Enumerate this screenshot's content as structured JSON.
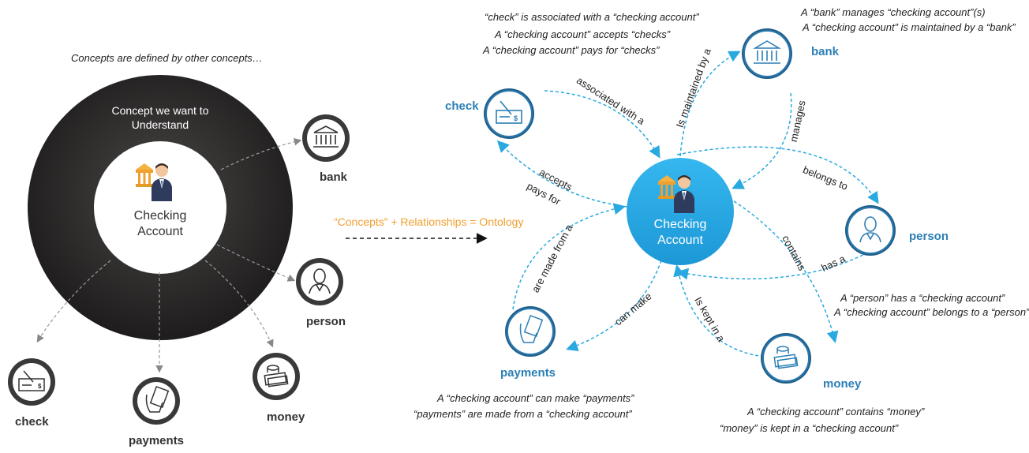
{
  "left": {
    "caption": "Concepts are defined by other concepts…",
    "ring_text": "Concept we want to Understand",
    "ring_line1": "Concept we want to",
    "ring_line2": "Understand",
    "center_line1": "Checking",
    "center_line2": "Account",
    "nodes": {
      "bank": "bank",
      "person": "person",
      "money": "money",
      "payments": "payments",
      "check": "check"
    }
  },
  "formula": "“Concepts” + Relationships = Ontology",
  "right": {
    "center_line1": "Checking",
    "center_line2": "Account",
    "nodes": {
      "check": "check",
      "bank": "bank",
      "person": "person",
      "money": "money",
      "payments": "payments"
    },
    "edges": {
      "associated_with": "associated with a",
      "maintained_by": "Is maintained by a",
      "manages": "manages",
      "belongs_to": "belongs to",
      "contains": "contains",
      "has_a": "has a",
      "kept_in": "Is kept in a",
      "can_make": "can make",
      "made_from": "are made from a",
      "accepts": "accepts",
      "pays_for": "pays for"
    },
    "notes": {
      "check": [
        "“check” is associated with a “checking account”",
        "A “checking account” accepts “checks”",
        "A “checking account” pays for “checks”"
      ],
      "bank": [
        "A “bank” manages “checking account”(s)",
        "A “checking account” is maintained by a “bank”"
      ],
      "person": [
        "A “person” has a “checking account”",
        "A “checking account” belongs to a “person”"
      ],
      "money": [
        "A “checking account” contains “money”",
        "“money” is kept in a “checking account”"
      ],
      "payments": [
        "A “checking account” can make “payments”",
        "“payments” are made from a “checking account”"
      ]
    }
  },
  "colors": {
    "accent": "#29a9e0",
    "label_blue": "#2b7fb5",
    "orange": "#f0a030",
    "ring_dark": "#2a2828"
  }
}
